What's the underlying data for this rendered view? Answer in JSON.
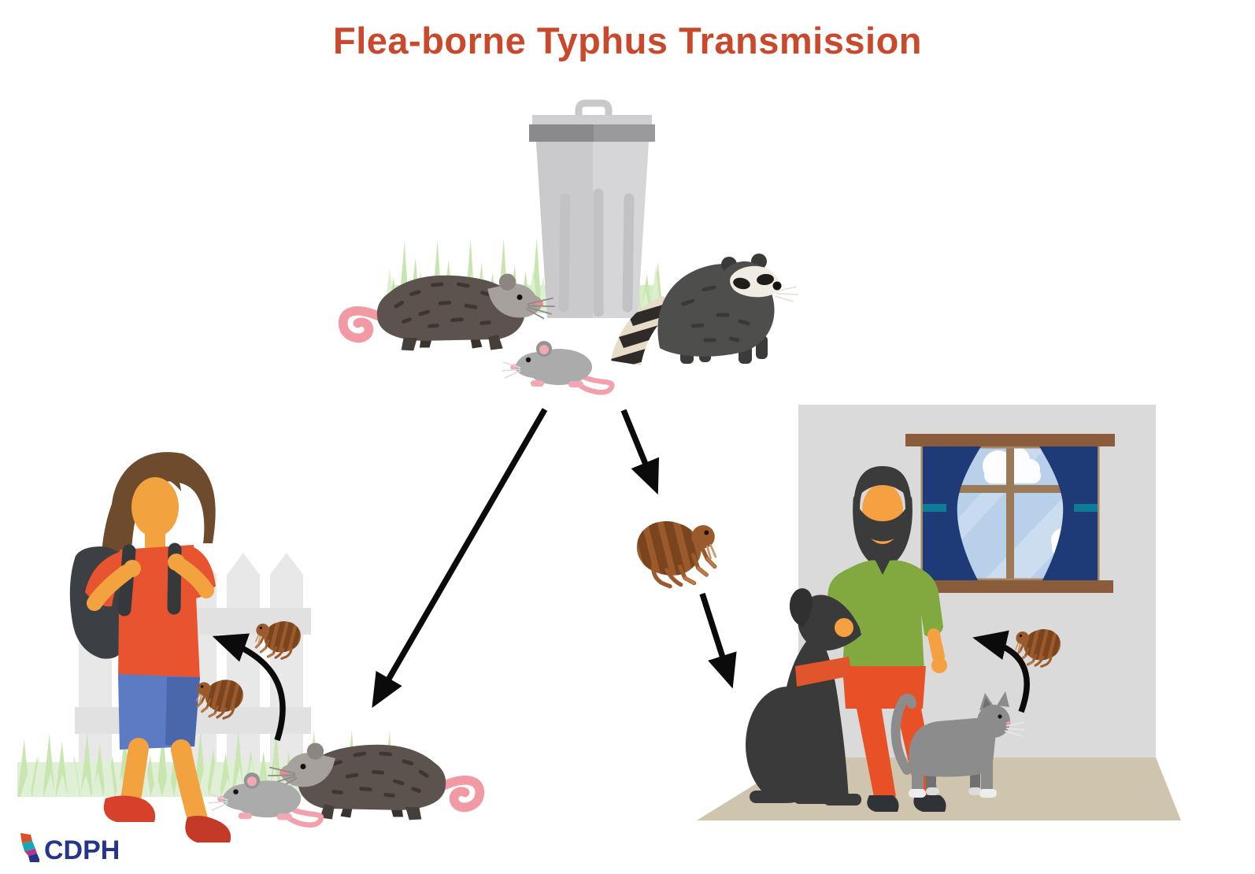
{
  "header": {
    "title": "Flea-borne Typhus Transmission"
  },
  "footer": {
    "logo_text": "CDPH"
  },
  "palette": {
    "title_color": "#C8492B",
    "logo_color": "#27348B",
    "arrow_color": "#0B0B0B",
    "flea_brown": "#9A5A2B",
    "grass_green": "#C9E6B1",
    "wall_gray": "#DADADA",
    "floor_tan": "#CFC5AE",
    "woman_shirt_orange": "#E85330",
    "man_shirt_green": "#82A93F",
    "dog_collar_orange": "#E0552B"
  },
  "diagram": {
    "title": "Flea-borne Typhus Transmission",
    "nodes": [
      {
        "id": "wildlife-near-trash",
        "elements": [
          "opossum",
          "raccoon",
          "rat"
        ],
        "setting": "outdoors at trash can with grass"
      },
      {
        "id": "flea",
        "elements": [
          "flea"
        ]
      },
      {
        "id": "yard-animals",
        "elements": [
          "rat",
          "opossum",
          "fleas"
        ],
        "setting": "yard with white picket fence and grass"
      },
      {
        "id": "person-outdoors",
        "elements": [
          "woman with backpack"
        ]
      },
      {
        "id": "pets-with-owner",
        "elements": [
          "man",
          "dog",
          "cat",
          "flea"
        ],
        "setting": "indoors by window with curtains"
      }
    ],
    "edges": [
      {
        "from": "wildlife-near-trash",
        "to": "yard-animals",
        "style": "straight-arrow"
      },
      {
        "from": "wildlife-near-trash",
        "to": "flea",
        "style": "straight-arrow"
      },
      {
        "from": "flea",
        "to": "pets-with-owner",
        "style": "straight-arrow"
      },
      {
        "from": "yard-animals",
        "to": "person-outdoors",
        "style": "curved-arrow",
        "via": "fleas"
      },
      {
        "from": "pets-with-owner",
        "to": "person-indoors",
        "style": "curved-arrow",
        "via": "flea"
      }
    ]
  }
}
